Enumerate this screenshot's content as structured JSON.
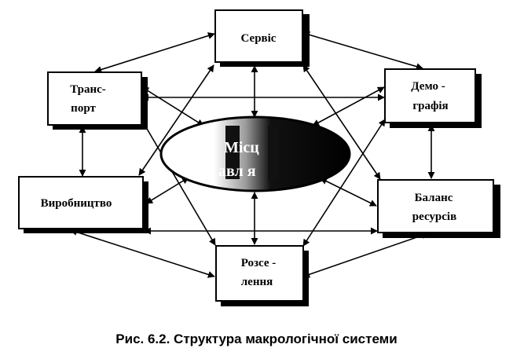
{
  "diagram": {
    "nodes": {
      "service": {
        "lines": [
          "Сервіс"
        ]
      },
      "transport": {
        "lines": [
          "Транс-",
          "порт"
        ]
      },
      "demography": {
        "lines": [
          "Демо -",
          "графія"
        ]
      },
      "production": {
        "lines": [
          "Виробництво"
        ]
      },
      "resources": {
        "lines": [
          "Баланс",
          "ресурсів"
        ]
      },
      "settlement": {
        "lines": [
          "Розсе -",
          "лення"
        ]
      },
      "center": {
        "lines": [
          "Місц",
          "авл  я"
        ]
      }
    },
    "colors": {
      "stroke": "#000000",
      "fill": "#ffffff",
      "ellipse_dark": "#000000"
    }
  },
  "caption": "Рис. 6.2. Структура макрологічної системи"
}
